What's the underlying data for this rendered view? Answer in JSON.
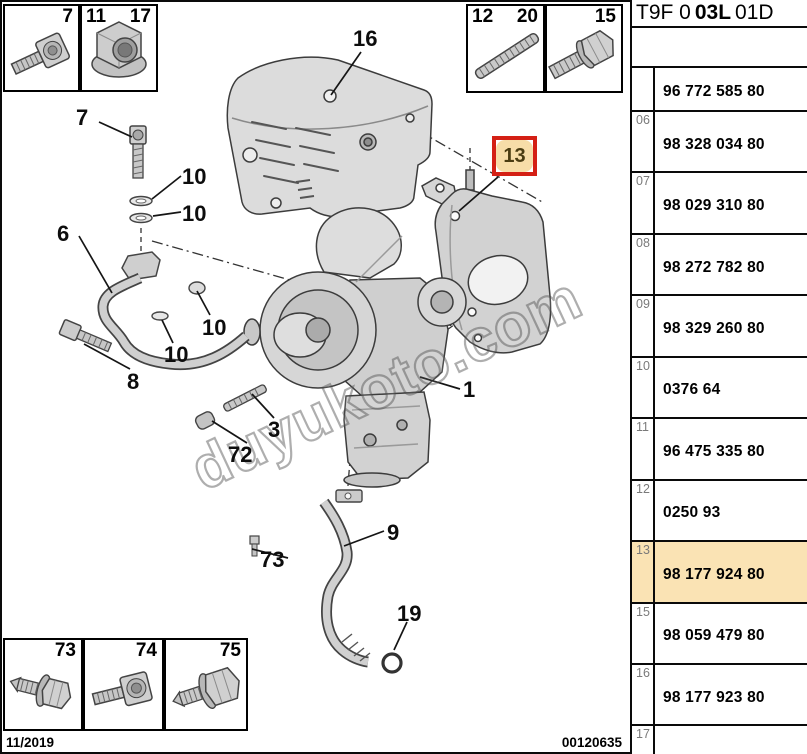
{
  "catalog_code": {
    "prefix": "T9F 0",
    "bold": "03L",
    "suffix": "01D"
  },
  "parts_table": {
    "rows": [
      {
        "idx": "",
        "code": "96 772 585 80"
      },
      {
        "idx": "06",
        "code": "98 328 034 80"
      },
      {
        "idx": "07",
        "code": "98 029 310 80"
      },
      {
        "idx": "08",
        "code": "98 272 782 80"
      },
      {
        "idx": "09",
        "code": "98 329 260 80"
      },
      {
        "idx": "10",
        "code": "0376 64"
      },
      {
        "idx": "11",
        "code": "96 475 335 80"
      },
      {
        "idx": "12",
        "code": "0250 93"
      },
      {
        "idx": "13",
        "code": "98 177 924 80"
      },
      {
        "idx": "15",
        "code": "98 059 479 80"
      },
      {
        "idx": "16",
        "code": "98 177 923 80"
      },
      {
        "idx": "17",
        "code": ""
      }
    ],
    "highlighted_idx": "13",
    "highlight_color": "#fae3b4"
  },
  "fastener_boxes": {
    "top_left": [
      {
        "right_label": "7",
        "icon": "socket-head-bolt-icon"
      },
      {
        "left_label": "11",
        "right_label": "17",
        "icon": "flange-nut-icon"
      }
    ],
    "top_right": [
      {
        "left_label": "12",
        "right_label": "20",
        "icon": "threaded-stud-icon"
      },
      {
        "right_label": "15",
        "icon": "hex-flange-bolt-icon"
      }
    ],
    "bottom_left": [
      {
        "right_label": "73",
        "icon": "hex-flange-screw-icon"
      },
      {
        "right_label": "74",
        "icon": "socket-head-bolt-icon"
      },
      {
        "right_label": "75",
        "icon": "hex-flange-screw-icon"
      }
    ]
  },
  "diagram": {
    "callouts": [
      {
        "label": "7"
      },
      {
        "label": "10"
      },
      {
        "label": "10"
      },
      {
        "label": "6"
      },
      {
        "label": "10"
      },
      {
        "label": "10"
      },
      {
        "label": "8"
      },
      {
        "label": "3"
      },
      {
        "label": "72"
      },
      {
        "label": "1"
      },
      {
        "label": "16"
      },
      {
        "label": "73"
      },
      {
        "label": "9"
      },
      {
        "label": "19"
      }
    ],
    "highlight_callout": {
      "label": "13",
      "border_color": "#d42015",
      "fill_color": "#f7dda8"
    }
  },
  "footer": {
    "date": "11/2019",
    "doc_number": "00120635"
  },
  "watermark": "duyukoto.com"
}
